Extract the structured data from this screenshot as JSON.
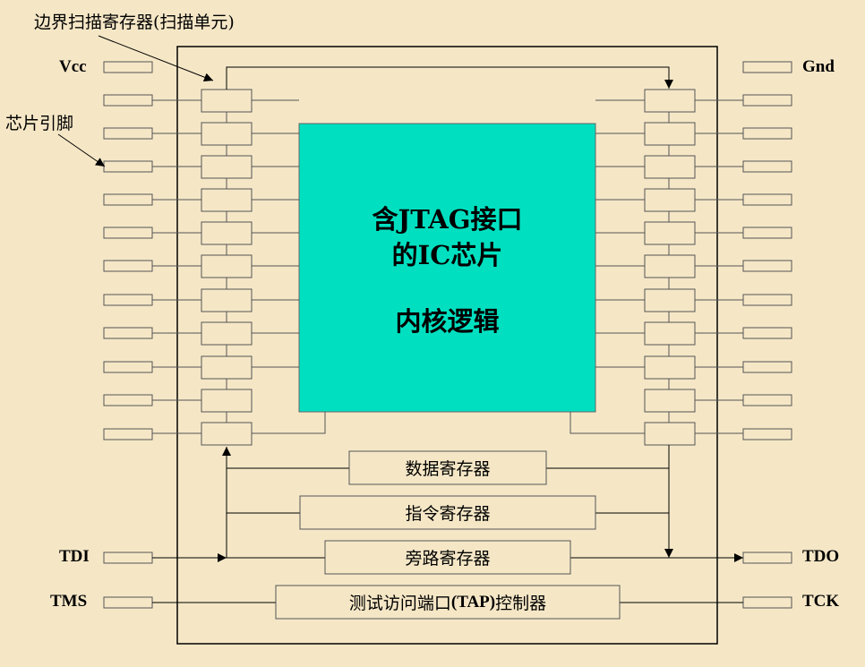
{
  "labels": {
    "boundary_scan": "边界扫描寄存器(扫描单元)",
    "chip_pin": "芯片引脚"
  },
  "pins": {
    "vcc": "Vcc",
    "gnd": "Gnd",
    "tdi": "TDI",
    "tdo": "TDO",
    "tms": "TMS",
    "tck": "TCK"
  },
  "core": {
    "line1": "含JTAG接口",
    "line2": "的IC芯片",
    "line3": "内核逻辑"
  },
  "registers": {
    "data": "数据寄存器",
    "instruction": "指令寄存器",
    "bypass": "旁路寄存器",
    "tap_prefix": "测试访问端口",
    "tap_bold": "(TAP)",
    "tap_suffix": "控制器"
  },
  "colors": {
    "background": "#f5e7c6",
    "core_fill": "#00e0c0",
    "line": "#000000"
  }
}
